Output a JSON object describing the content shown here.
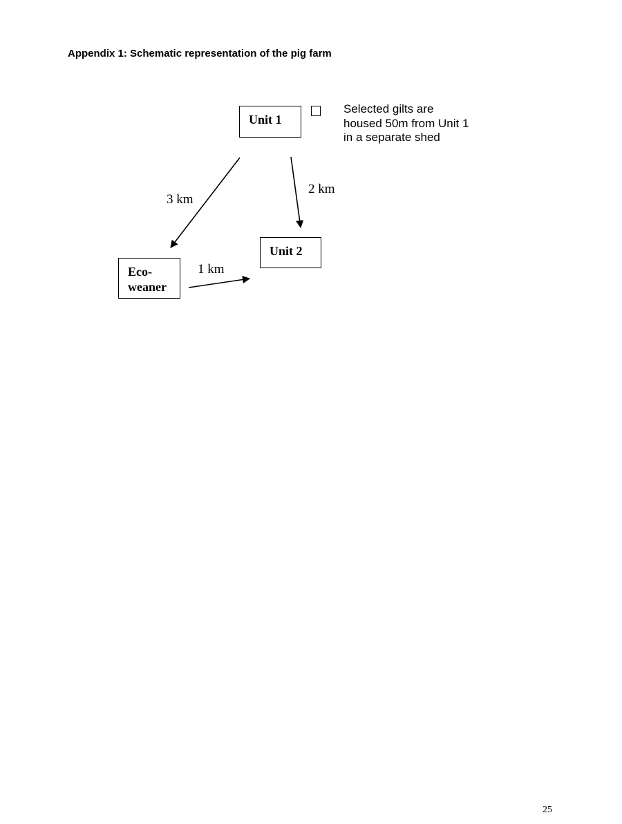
{
  "document": {
    "heading": "Appendix 1: Schematic representation of the pig farm",
    "page_number": "25"
  },
  "diagram": {
    "nodes": {
      "unit1": "Unit 1",
      "unit2": "Unit 2",
      "eco_line1": "Eco-",
      "eco_line2": "weaner"
    },
    "note_lines": [
      "Selected gilts are",
      "housed 50m from Unit 1",
      "in a separate shed"
    ],
    "edges": [
      {
        "from": "Unit 1",
        "to": "Eco-weaner",
        "label": "3 km"
      },
      {
        "from": "Unit 1",
        "to": "Unit 2",
        "label": "2 km"
      },
      {
        "from": "Eco-weaner",
        "to": "Unit 2",
        "label": "1 km"
      }
    ]
  }
}
